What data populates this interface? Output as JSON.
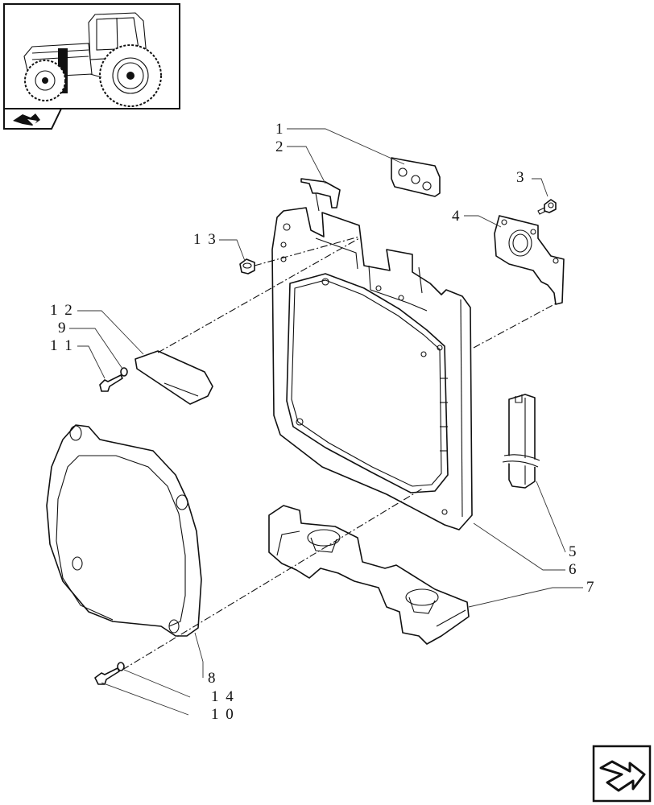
{
  "diagram": {
    "callouts": [
      {
        "id": "c1",
        "text": "1"
      },
      {
        "id": "c2",
        "text": "2"
      },
      {
        "id": "c3",
        "text": "3"
      },
      {
        "id": "c4",
        "text": "4"
      },
      {
        "id": "c13",
        "text": "1 3"
      },
      {
        "id": "c12",
        "text": "1 2"
      },
      {
        "id": "c9",
        "text": "9"
      },
      {
        "id": "c11",
        "text": "1 1"
      },
      {
        "id": "c5",
        "text": "5"
      },
      {
        "id": "c6",
        "text": "6"
      },
      {
        "id": "c7",
        "text": "7"
      },
      {
        "id": "c8",
        "text": "8"
      },
      {
        "id": "c14",
        "text": "1 4"
      },
      {
        "id": "c10",
        "text": "1 0"
      }
    ]
  },
  "icons": {
    "thumbnail": "tractor-icon",
    "section_tag": "section-arrow-icon",
    "next_page": "next-page-arrow-icon"
  }
}
